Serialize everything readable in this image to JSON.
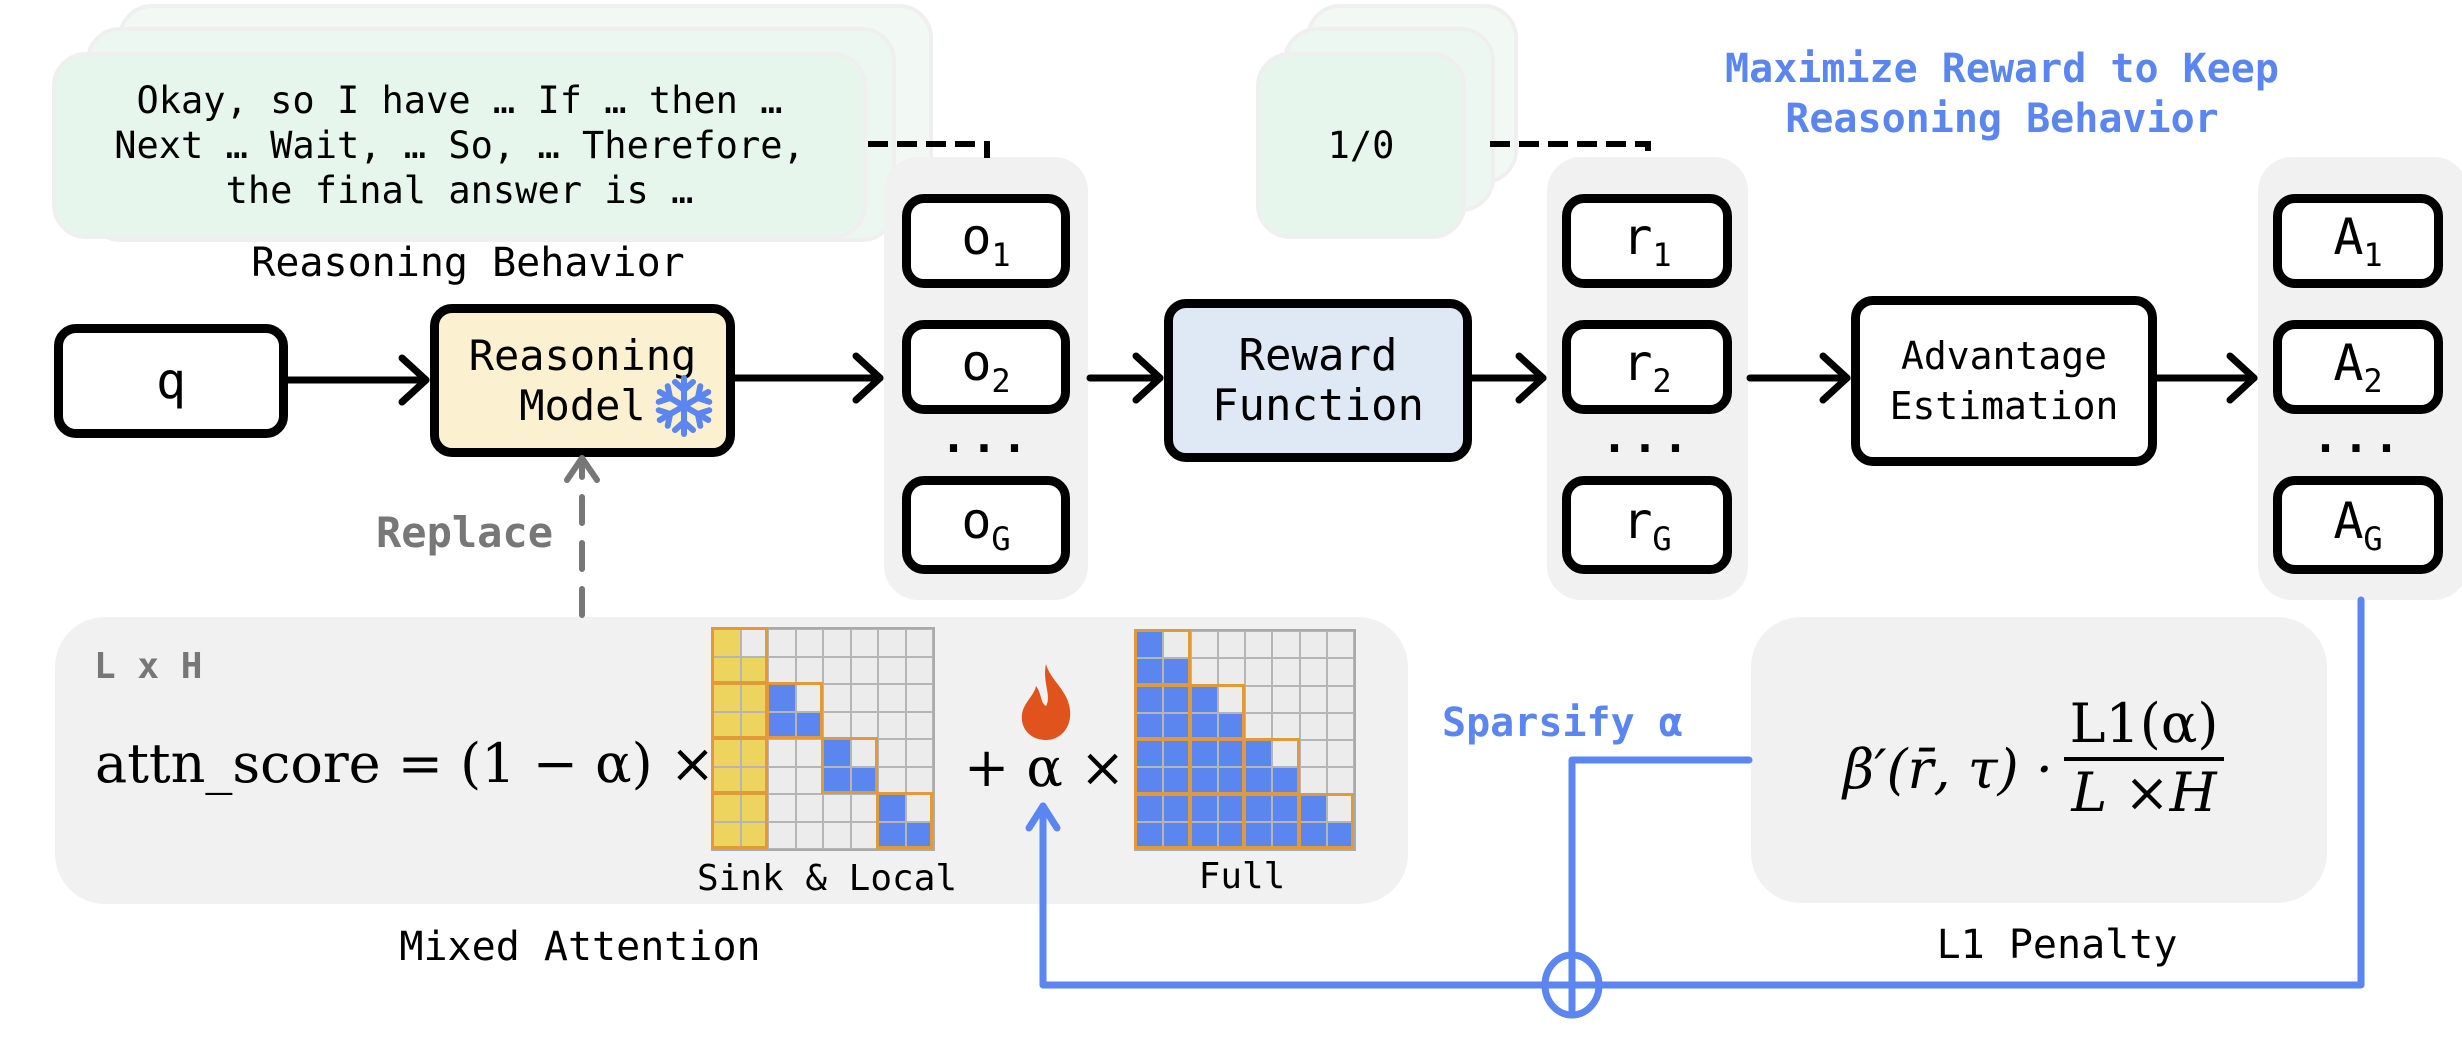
{
  "reasoning_behavior": {
    "sample_text": "Okay, so I have … If … then …\nNext … Wait, … So, … Therefore,\nthe final answer is …",
    "caption": "Reasoning Behavior"
  },
  "reward_sample": {
    "text": "1/0"
  },
  "objective": {
    "line1": "Maximize Reward to Keep",
    "line2": "Reasoning Behavior"
  },
  "pipeline": {
    "query": "q",
    "model": {
      "label": "Reasoning\nModel",
      "status_icon": "snowflake-icon (frozen)"
    },
    "outputs": [
      {
        "base": "o",
        "sub": "1"
      },
      {
        "base": "o",
        "sub": "2"
      },
      {
        "base": "o",
        "sub": "G"
      }
    ],
    "reward_function": "Reward\nFunction",
    "rewards": [
      {
        "base": "r",
        "sub": "1"
      },
      {
        "base": "r",
        "sub": "2"
      },
      {
        "base": "r",
        "sub": "G"
      }
    ],
    "advantage": "Advantage\nEstimation",
    "advantages": [
      {
        "base": "A",
        "sub": "1"
      },
      {
        "base": "A",
        "sub": "2"
      },
      {
        "base": "A",
        "sub": "G"
      }
    ],
    "ellipsis": "..."
  },
  "replace_label": "Replace",
  "mixed_attention": {
    "scope": "L x H",
    "formula_lhs": "attn_score = (1 − α) ×",
    "plus_alpha": "+ α ×",
    "trainable_icon": "fire-icon (trainable)",
    "sink_local_caption": "Sink & Local",
    "full_caption": "Full",
    "caption": "Mixed Attention",
    "grid_size": 8,
    "block_size": 2,
    "sink_columns": 2,
    "local_window_blocks": "diagonal 2x2 causal blocks",
    "full_mask": "causal lower-triangular"
  },
  "sparsify_label": "Sparsify α",
  "l1_penalty": {
    "formula_left": "β′(r̄, τ) ·",
    "numerator": "L1(α)",
    "denominator": "L ×H",
    "caption": "L1 Penalty"
  },
  "colors": {
    "accent_blue": "#5b86ef",
    "model_fill": "#fbf0cf",
    "reward_fill": "#dfe9f6",
    "sample_fill": "#e6f6ec",
    "sink_yellow": "#ecd45e",
    "block_orange": "#e09a3a",
    "fire_orange": "#e0531c",
    "panel_gray": "#f1f1f1",
    "label_gray": "#777777"
  }
}
